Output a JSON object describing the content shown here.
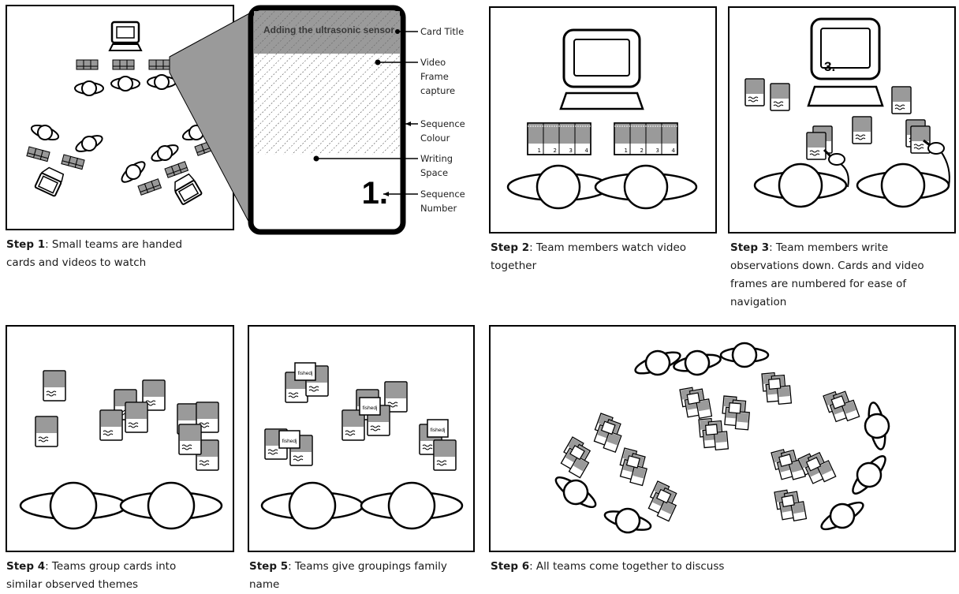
{
  "steps": [
    {
      "label": "Step 1",
      "text": ": Small teams are handed cards and videos to watch",
      "line1": ": Small teams are handed",
      "line2": "cards and videos to watch"
    },
    {
      "label": "Step 2",
      "text": ": Team members watch video together",
      "line1": ": Team members watch video",
      "line2": "together"
    },
    {
      "label": "Step 3",
      "text": ": Team members write observations down. Cards and video frames are numbered for ease of navigation",
      "line1": ": Team members write",
      "line2": "observations down. Cards and video",
      "line3": "frames are numbered for ease of",
      "line4": "navigation"
    },
    {
      "label": "Step 4",
      "text": ": Teams group cards into similar observed themes",
      "line1": ": Teams group cards into",
      "line2": "similar observed themes"
    },
    {
      "label": "Step 5",
      "text": ": Teams give groupings family name",
      "line1": ": Teams give groupings family",
      "line2": "name"
    },
    {
      "label": "Step 6",
      "text": ": All teams come together to discuss",
      "line1": ": All teams come together to discuss"
    }
  ],
  "card_detail": {
    "title": "Adding the ultrasonic sensor",
    "sequence_number": "1.",
    "annotations": {
      "card_title": "Card Title",
      "video_frame_1": "Video",
      "video_frame_2": "Frame",
      "video_frame_3": "capture",
      "sequence_colour_1": "Sequence",
      "sequence_colour_2": "Colour",
      "writing_space_1": "Writing",
      "writing_space_2": "Space",
      "sequence_number_1": "Sequence",
      "sequence_number_2": "Number"
    }
  },
  "screen_number": "3.",
  "family_name": "fishedj",
  "strip_numbers": [
    "1",
    "2",
    "3",
    "4"
  ],
  "colors": {
    "card_grey": "#9a9a9a",
    "border": "#000000",
    "card_detail_bg": "#ffffff"
  }
}
